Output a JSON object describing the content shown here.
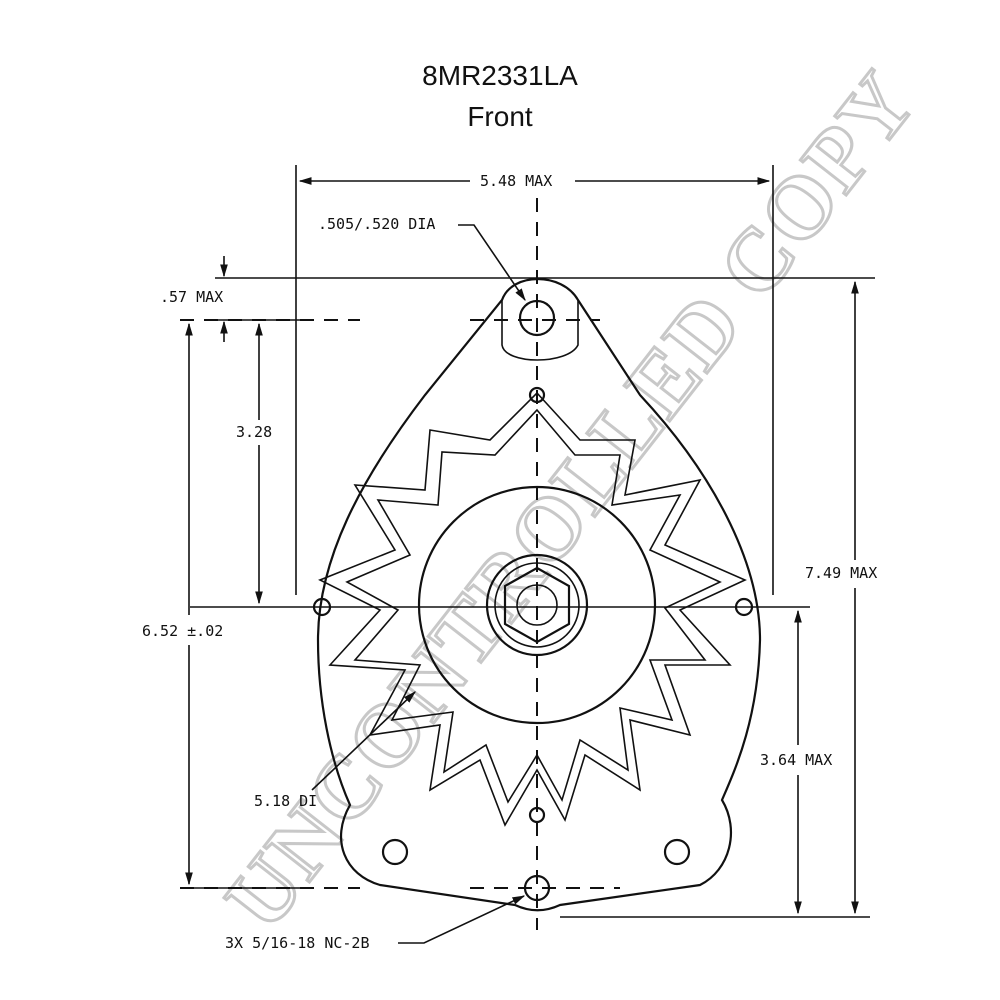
{
  "title": {
    "part_number": "8MR2331LA",
    "view": "Front"
  },
  "dimensions": {
    "overall_width": "5.48 MAX",
    "mount_hole": ".505/.520 DIA",
    "top_offset": ".57 MAX",
    "upper_height": "3.28",
    "bolt_span": "6.52 ±.02",
    "total_height": "7.49 MAX",
    "lower_height": "3.64 MAX",
    "inner_diameter": "5.18 DI",
    "thread_callout": "3X 5/16-18 NC-2B"
  },
  "watermark": "UNCONTROLLED COPY"
}
